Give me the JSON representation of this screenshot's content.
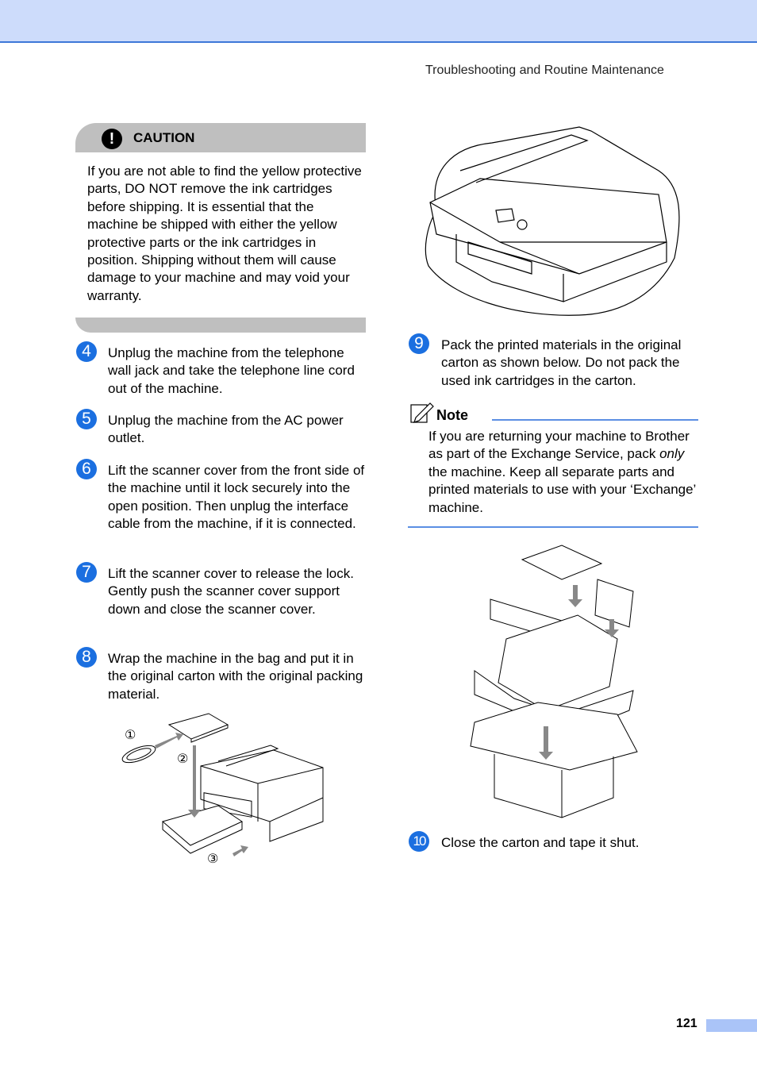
{
  "header": {
    "running_title": "Troubleshooting and Routine Maintenance"
  },
  "caution": {
    "icon": "exclamation-icon",
    "icon_glyph": "!",
    "title": "CAUTION",
    "text": "If you are not able to find the yellow protective parts, DO NOT remove the ink cartridges before shipping. It is essential that the machine be shipped with either the yellow protective parts or the ink cartridges in position. Shipping without them will cause damage to your machine and may void your warranty."
  },
  "steps": [
    {
      "number": "4",
      "text": "Unplug the machine from the telephone wall jack and take the telephone line cord out of the machine."
    },
    {
      "number": "5",
      "text": "Unplug the machine from the AC power outlet."
    },
    {
      "number": "6",
      "text": "Lift the scanner cover from the front side of the machine until it lock securely into the open position. Then unplug the interface cable from the machine, if it is connected."
    },
    {
      "number": "7",
      "text": "Lift the scanner cover to release the lock. Gently push the scanner cover support down and close the scanner cover."
    },
    {
      "number": "8",
      "text": "Wrap the machine in the bag and put it in the original carton with the original packing material."
    },
    {
      "number": "9",
      "text": "Pack the printed materials in the original carton as shown below. Do not pack the used ink cartridges in the carton."
    },
    {
      "number": "10",
      "text": "Close the carton and tape it shut."
    }
  ],
  "figure_labels": [
    "①",
    "②",
    "③"
  ],
  "note": {
    "icon": "note-pencil-icon",
    "title": "Note",
    "text_before": "If you are returning your machine to Brother as part of the Exchange Service, pack ",
    "text_emphasis": "only",
    "text_after": " the machine. Keep all separate parts and printed materials to use with your ‘Exchange’ machine."
  },
  "footer": {
    "page_number": "121"
  },
  "colors": {
    "accent": "#1b6fe0",
    "band": "#cddcfb",
    "caution_gray": "#bfbfbf",
    "note_rule": "#5b8fe3"
  }
}
